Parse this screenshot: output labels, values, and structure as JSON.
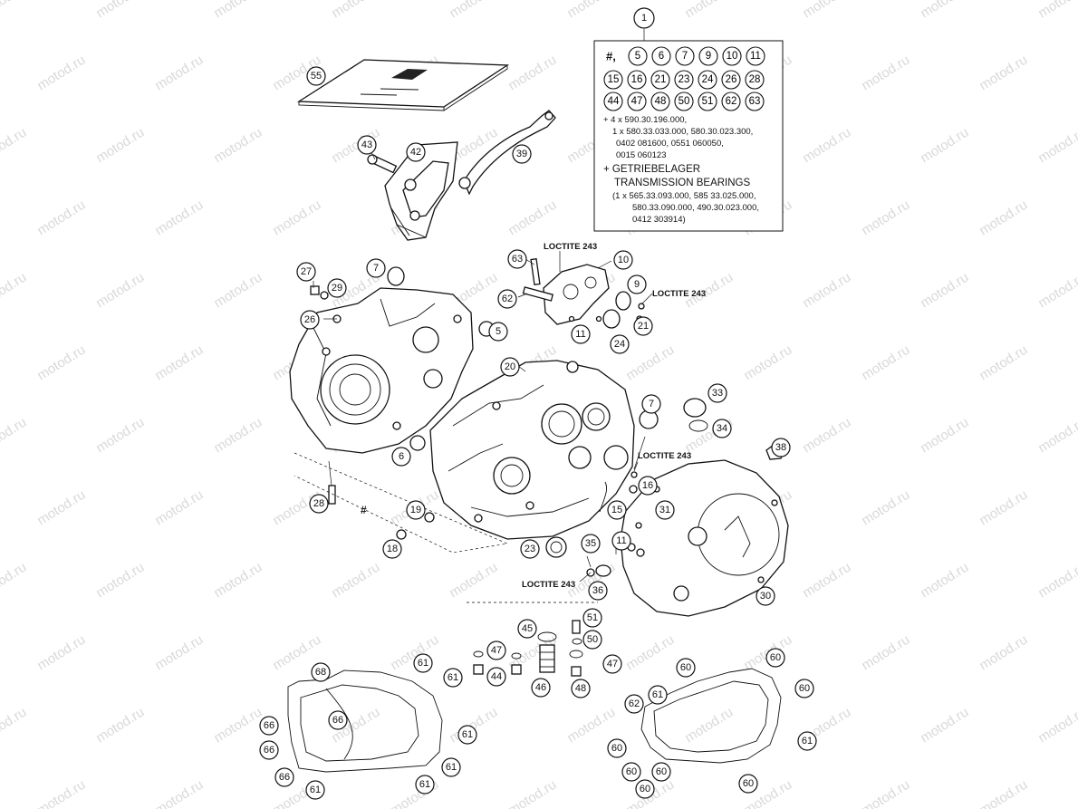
{
  "watermark": "motod.ru",
  "kit_box": {
    "callout": "1",
    "includes_prefix": "#,",
    "included_refs": [
      [
        "5",
        "6",
        "7",
        "9",
        "10",
        "11"
      ],
      [
        "15",
        "16",
        "21",
        "23",
        "24",
        "26",
        "28"
      ],
      [
        "44",
        "47",
        "48",
        "50",
        "51",
        "62",
        "63"
      ]
    ],
    "note_lines": [
      "+ 4 x 590.30.196.000,",
      "1 x 580.33.033.000, 580.30.023.300,",
      "0402 081600, 0551 060050,",
      "0015 060123"
    ],
    "bearing_heading_1": "+ GETRIEBELAGER",
    "bearing_heading_2": "TRANSMISSION BEARINGS",
    "bearing_lines": [
      "(1 x 565.33.093.000, 585 33.025.000,",
      "580.33.090.000, 490.30.023.000,",
      "0412 303914)"
    ]
  },
  "loctite_labels": [
    "LOCTITE 243",
    "LOCTITE 243",
    "LOCTITE 243",
    "LOCTITE 243"
  ],
  "hash_mark": "#",
  "callouts": [
    "55",
    "43",
    "42",
    "39",
    "7",
    "27",
    "29",
    "26",
    "63",
    "10",
    "9",
    "62",
    "11",
    "24",
    "21",
    "5",
    "20",
    "7",
    "33",
    "34",
    "6",
    "38",
    "16",
    "15",
    "31",
    "28",
    "19",
    "18",
    "23",
    "35",
    "11",
    "36",
    "30",
    "45",
    "51",
    "47",
    "50",
    "44",
    "46",
    "47",
    "48",
    "68",
    "61",
    "61",
    "66",
    "66",
    "61",
    "66",
    "61",
    "66",
    "61",
    "61",
    "60",
    "60",
    "61",
    "62",
    "60",
    "60",
    "61",
    "60",
    "60",
    "60",
    "60"
  ]
}
